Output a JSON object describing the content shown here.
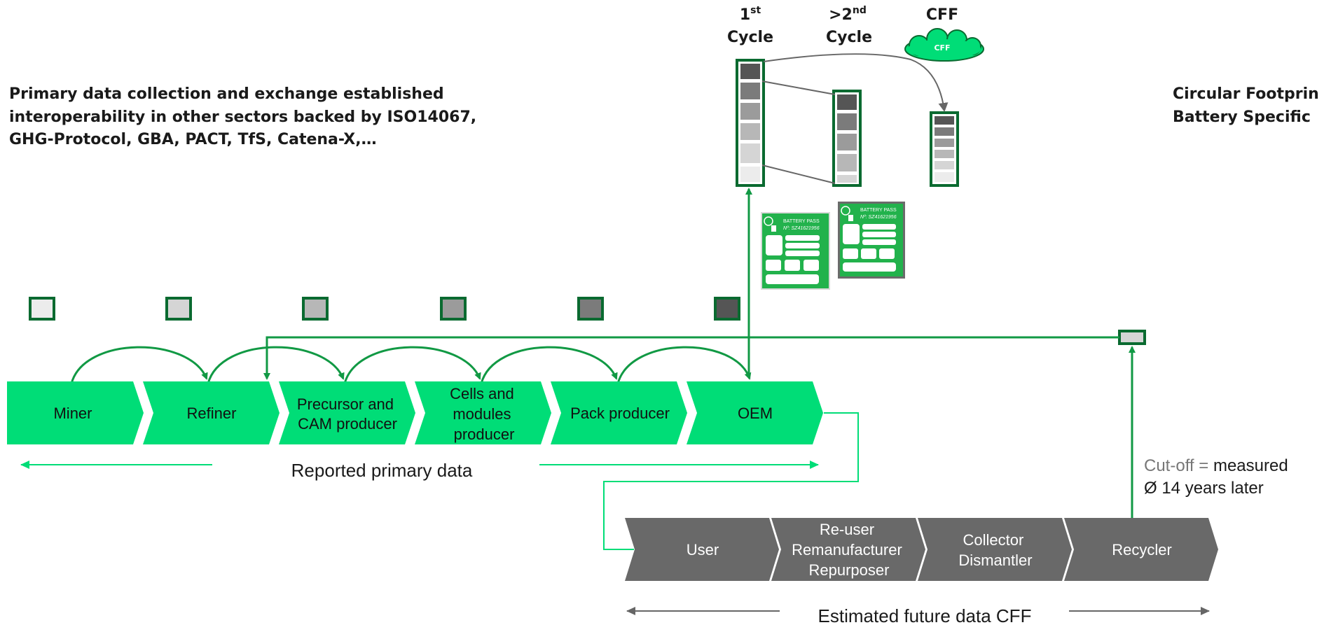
{
  "heading_left": [
    "Primary data collection and exchange established",
    "interoperability in other sectors backed by ISO14067,",
    "GHG-Protocol, GBA, PACT, TfS, Catena-X,…"
  ],
  "heading_right": [
    "Circular Footprin",
    "Battery Specific"
  ],
  "cycles": {
    "first": {
      "sup": "st",
      "num": "1",
      "word": "Cycle"
    },
    "second": {
      "sup": "nd",
      "num": ">2",
      "word": "Cycle"
    },
    "cff_label": "CFF",
    "cloud_text": "CFF"
  },
  "passport": {
    "title": "BATTERY PASS",
    "number": "Nº: SZ41621956"
  },
  "upstream": {
    "stages": [
      {
        "lines": [
          "Miner"
        ]
      },
      {
        "lines": [
          "Refiner"
        ]
      },
      {
        "lines": [
          "Precursor and",
          "CAM producer"
        ]
      },
      {
        "lines": [
          "Cells and",
          "modules",
          "producer"
        ]
      },
      {
        "lines": [
          "Pack producer"
        ]
      },
      {
        "lines": [
          "OEM"
        ]
      }
    ],
    "caption": "Reported primary data",
    "accent": "#00dd77"
  },
  "downstream": {
    "stages": [
      {
        "lines": [
          "User"
        ]
      },
      {
        "lines": [
          "Re-user",
          "Remanufacturer",
          "Repurposer"
        ]
      },
      {
        "lines": [
          "Collector",
          "Dismantler"
        ]
      },
      {
        "lines": [
          "Recycler"
        ]
      }
    ],
    "caption": "Estimated future data CFF",
    "color": "#696969"
  },
  "cutoff": {
    "gray": "Cut-off = ",
    "dark": "measured",
    "line2": "Ø 14 years later"
  },
  "colors": {
    "line": "#119944",
    "border": "#0a6a30",
    "bright": "#00dd77"
  }
}
